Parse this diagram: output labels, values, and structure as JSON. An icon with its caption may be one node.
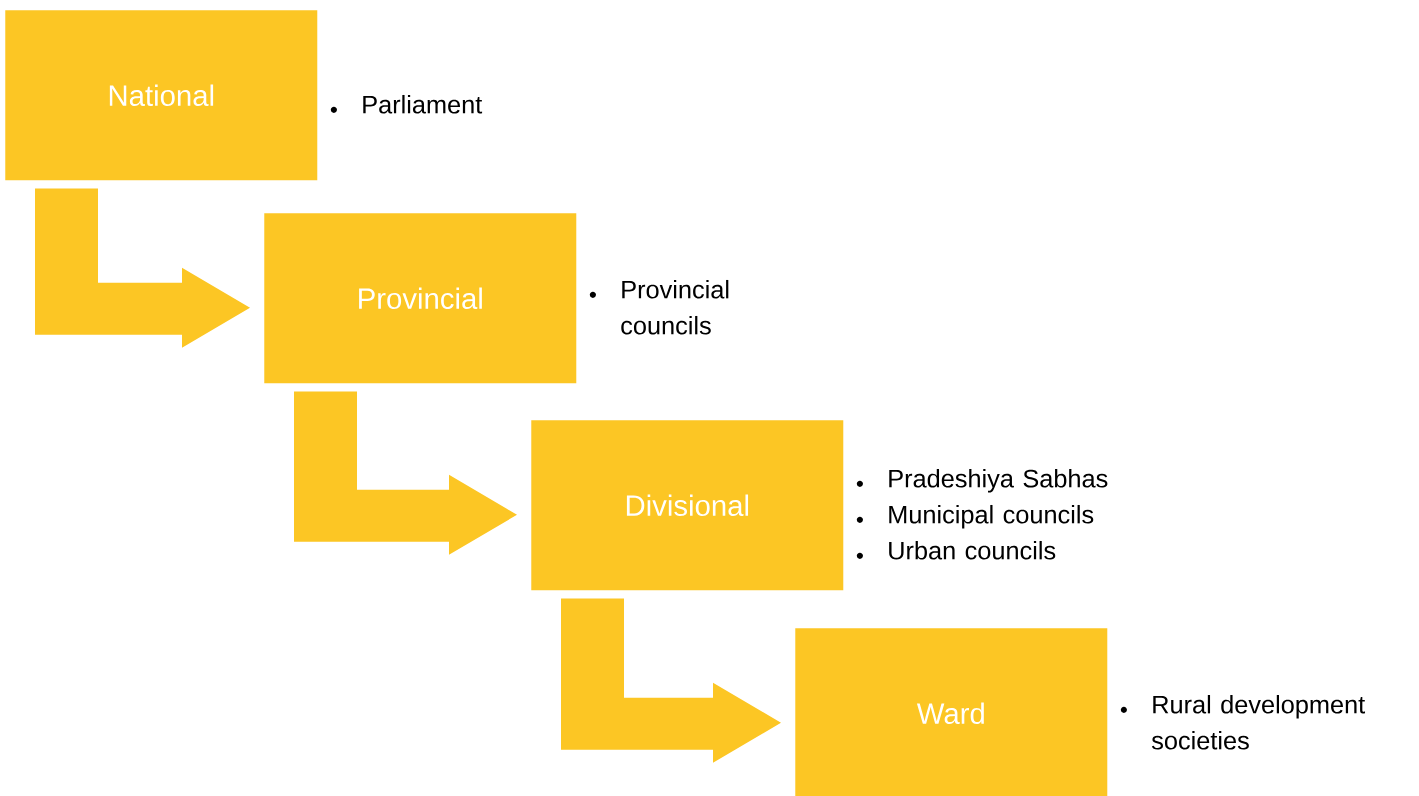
{
  "diagram": {
    "nodes": [
      {
        "text": [
          "National"
        ],
        "beside": [
          "Parliament"
        ]
      },
      {
        "text": [
          "Provincial"
        ],
        "beside": [
          "Provincial councils"
        ]
      },
      {
        "text": [
          "Divisional"
        ],
        "beside": [
          "Pradeshiya Sabhas",
          "Municipal councils",
          "Urban councils"
        ]
      },
      {
        "text": [
          "Ward"
        ],
        "beside": [
          "Rural development societies"
        ]
      }
    ],
    "edges": [
      {
        "from": 0,
        "to": 1,
        "arrow": "to"
      },
      {
        "from": 1,
        "to": 2,
        "arrow": "to"
      },
      {
        "from": 2,
        "to": 3,
        "arrow": "to"
      }
    ]
  }
}
